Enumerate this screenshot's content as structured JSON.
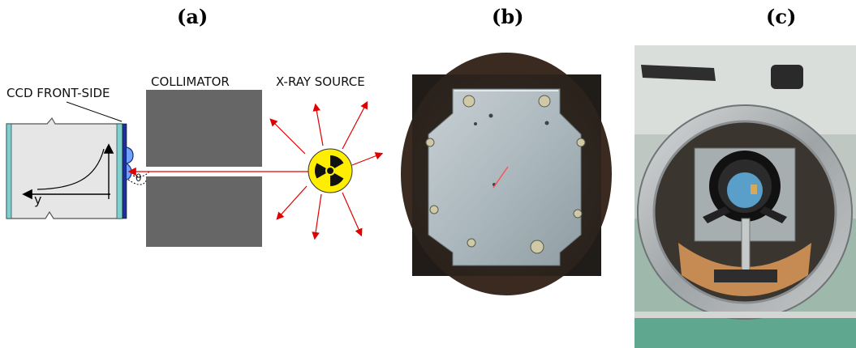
{
  "panels": {
    "a_label": "(a)",
    "b_label": "(b)",
    "c_label": "(c)"
  },
  "diagram": {
    "ccd_label": "CCD FRONT-SIDE",
    "collimator_label": "COLLIMATOR",
    "source_label": "X-RAY SOURCE",
    "axis_label": "y",
    "angle_label": "θ"
  },
  "colors": {
    "ccd_body": "#e6e6e6",
    "ccd_edge": "#7ecfcf",
    "collimator": "#666666",
    "ray": "#e00000",
    "radiation_yellow": "#ffee00",
    "chamber_metal": "#b9bdbf"
  }
}
